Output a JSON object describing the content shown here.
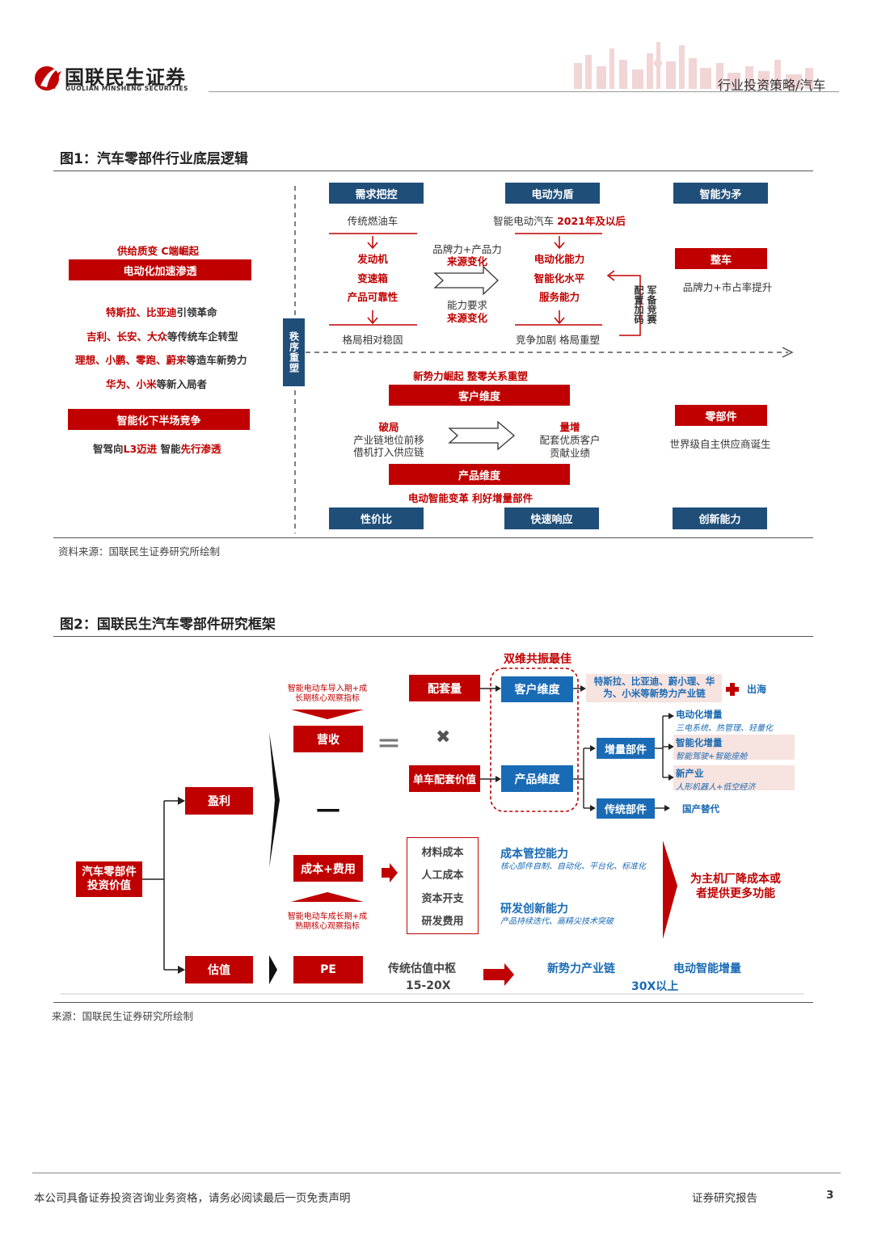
{
  "header": {
    "logo_cn": "国联民生证券",
    "logo_en": "GUOLIAN MINSHENG SECURITIES",
    "category": "行业投资策略/汽车"
  },
  "fig1": {
    "title": "图1：汽车零部件行业底层逻辑",
    "source": "资料来源：国联民生证券研究所绘制",
    "left": {
      "supply_prefix": "供给质变 ",
      "supply_highlight": "C端崛起",
      "electrify_box": "电动化加速渗透",
      "lines": [
        {
          "a": "特斯拉、比亚迪",
          "b": "引领革命"
        },
        {
          "a": "吉利、长安、大众",
          "b": "等传统车企转型"
        },
        {
          "a": "理想、小鹏、零跑、蔚来",
          "b": "等造车新势力"
        },
        {
          "a": "华为、小米",
          "b": "等新入局者"
        }
      ],
      "smart_box": "智能化下半场竞争",
      "smart_prefix": "智驾向",
      "smart_mid": "L3迈进",
      "smart_mid2": " 智能",
      "smart_end": "先行渗透"
    },
    "order_label": "秩序重塑",
    "top": {
      "box1": "需求把控",
      "box2": "电动为盾",
      "box3": "智能为矛",
      "trad_car": "传统燃油车",
      "smart_car": "智能电动汽车 ",
      "smart_car_year": "2021年及以后",
      "left_items": [
        "发动机",
        "变速箱",
        "产品可靠性"
      ],
      "right_items": [
        "电动化能力",
        "智能化水平",
        "服务能力"
      ],
      "arrow_top1": "品牌力+产品力",
      "arrow_top2": "来源变化",
      "arrow_bot1": "能力要求",
      "arrow_bot2": "来源变化",
      "left_bottom": "格局相对稳固",
      "right_bottom": "竞争加剧 格局重塑",
      "vertical1": "配置加码",
      "vertical2": "军备竞赛",
      "vehicle_box": "整车",
      "vehicle_text": "品牌力+市占率提升"
    },
    "bottom": {
      "headline": "新势力崛起 整零关系重塑",
      "customer_box": "客户维度",
      "left_title": "破局",
      "left_l1": "产业链地位前移",
      "left_l2": "借机打入供应链",
      "right_title": "量增",
      "right_l1": "配套优质客户",
      "right_l2": "贡献业绩",
      "product_box": "产品维度",
      "product_text": "电动智能变革 利好增量部件",
      "parts_box": "零部件",
      "parts_text": "世界级自主供应商诞生",
      "b1": "性价比",
      "b2": "快速响应",
      "b3": "创新能力"
    }
  },
  "fig2": {
    "title": "图2：国联民生汽车零部件研究框架",
    "source": "来源：国联民生证券研究所绘制",
    "root": "汽车零部件投资价值",
    "profit": "盈利",
    "valuation": "估值",
    "revenue": "营收",
    "revenue_note": "智能电动车导入期+成长期核心观察指标",
    "cost": "成本+费用",
    "cost_note": "智能电动车成长期+成熟期核心观察指标",
    "pe": "PE",
    "equals": "＝",
    "times": "✖",
    "minus": "－",
    "volume": "配套量",
    "unit_value": "单车配套价值",
    "double": "双维共振最佳",
    "customer_dim": "客户维度",
    "product_dim": "产品维度",
    "customers_text": "特斯拉、比亚迪、蔚小理、华为、小米等新势力产业链",
    "overseas": "出海",
    "incremental": "增量部件",
    "traditional": "传统部件",
    "domestic": "国产替代",
    "inc_items": [
      {
        "title": "电动化增量",
        "sub": "三电系统、热管理、轻量化"
      },
      {
        "title": "智能化增量",
        "sub": "智能驾驶+智能座舱"
      },
      {
        "title": "新产业",
        "sub": "人形机器人+低空经济"
      }
    ],
    "costs": [
      "材料成本",
      "人工成本",
      "资本开支",
      "研发费用"
    ],
    "cap1_title": "成本管控能力",
    "cap1_sub": "核心部件自制、自动化、平台化、标准化",
    "cap2_title": "研发创新能力",
    "cap2_sub": "产品持续迭代、高精尖技术突破",
    "outcome": "为主机厂降成本或者提供更多功能",
    "pe_trad": "传统估值中枢",
    "pe_trad_val": "15-20X",
    "pe_new1": "新势力产业链",
    "pe_new2": "电动智能增量",
    "pe_new_val": "30X以上"
  },
  "footer": {
    "disclaimer": "本公司具备证券投资咨询业务资格，请务必阅读最后一页免责声明",
    "report": "证券研究报告",
    "page": "3"
  },
  "colors": {
    "red": "#c00000",
    "navy": "#1f4e79",
    "blue": "#1a6bb5",
    "pink": "#f7e3df"
  }
}
